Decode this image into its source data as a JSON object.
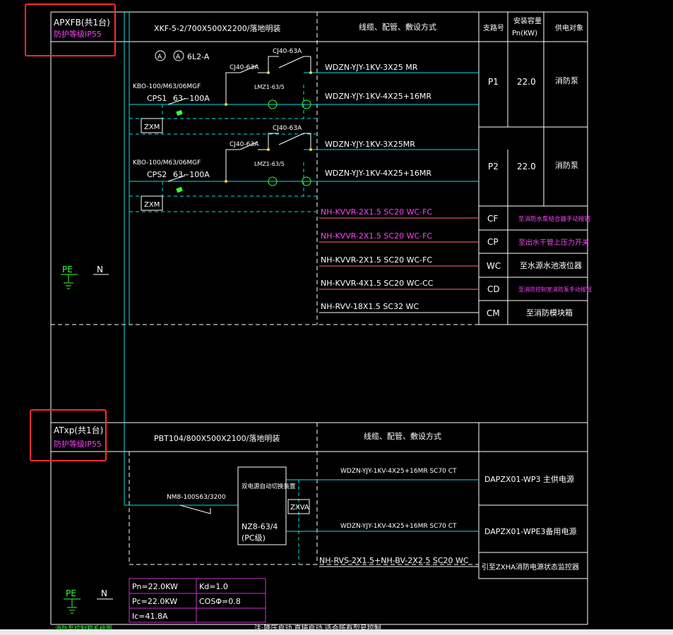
{
  "panel1": {
    "name": "APXFB(共1台)",
    "protection": "防护等级IP55",
    "cabinet": "XKF-5-2/700X500X2200/落地明装",
    "wiring_header": "线缆、配管、敷设方式",
    "col_branch": "支路号",
    "col_capacity_1": "安装容量",
    "col_capacity_2": "Pn(KW)",
    "col_load": "供电对象",
    "meter_a1": "A",
    "meter_a2": "A",
    "meter_label": "6L2-A",
    "group1": {
      "cps_model": "KBO-100/M63/06MGF",
      "cps_name": "CPS1",
      "cps_range": "63~100A",
      "contactor1": "CJ40-63A",
      "contactor2": "CJ40-63A",
      "ct": "LMZ1-63/5",
      "zxm": "ZXM",
      "cable1": "WDZN-YJY-1KV-3X25  MR",
      "cable2": "WDZN-YJY-1KV-4X25+16MR",
      "branch": "P1",
      "power": "22.0",
      "load": "消防泵"
    },
    "group2": {
      "cps_model": "KBO-100/M63/06MGF",
      "cps_name": "CPS2",
      "cps_range": "63~100A",
      "contactor1": "CJ40-63A",
      "contactor2": "CJ40-63A",
      "ct": "LMZ1-63/5",
      "zxm": "ZXM",
      "cable1": "WDZN-YJY-1KV-3X25MR",
      "cable2": "WDZN-YJY-1KV-4X25+16MR",
      "branch": "P2",
      "power": "22.0",
      "load": "消防泵"
    },
    "control_lines": [
      {
        "cable": "NH-KVVR-2X1.5  SC20  WC-FC",
        "branch": "CF",
        "load": "至消防水泵结合器手动按钮"
      },
      {
        "cable": "NH-KVVR-2X1.5  SC20  WC-FC",
        "branch": "CP",
        "load": "至出水干管上压力开关"
      },
      {
        "cable": "NH-KVVR-2X1.5  SC20  WC-FC",
        "branch": "WC",
        "load": "至水源水池液位器"
      },
      {
        "cable": "NH-KVVR-4X1.5  SC20  WC-CC",
        "branch": "CD",
        "load": "至消防控制室消防泵手动按钮"
      },
      {
        "cable": "NH-RVV-18X1.5  SC32  WC",
        "branch": "CM",
        "load": "至消防模块箱"
      }
    ],
    "pe": "PE",
    "n": "N"
  },
  "panel2": {
    "name": "ATxp(共1台)",
    "protection": "防护等级IP55",
    "cabinet": "PBT104/800X500X2100/落地明装",
    "wiring_header": "线缆、配管、敷设方式",
    "breaker": "NM8-100S63/3200",
    "ats_title": "双电源自动切换装置",
    "ats_model": "NZ8-63/4",
    "ats_class": "(PC级)",
    "zxva": "ZXVA",
    "lines": [
      {
        "cable": "WDZN-YJY-1KV-4X25+16MR SC70  CT",
        "load": "DAPZX01-WP3  主供电源"
      },
      {
        "cable": "WDZN-YJY-1KV-4X25+16MR SC70  CT",
        "load": "DAPZX01-WPE3备用电源"
      },
      {
        "cable": "NH-RVS-2X1.5+NH-BV-2X2.5  SC20  WC",
        "load": "引至ZXHA消防电源状态监控器"
      }
    ],
    "pe": "PE",
    "n": "N"
  },
  "summary": {
    "pn": "Pn=22.0KW",
    "kd": "Kd=1.0",
    "pc": "Pc=22.0KW",
    "cos": "COSΦ=0.8",
    "ic": "Ic=41.8A"
  },
  "footer_note": "注:降压启动,直接启动,适合所有型号控制",
  "footer_left": "消防泵控制箱系统图"
}
